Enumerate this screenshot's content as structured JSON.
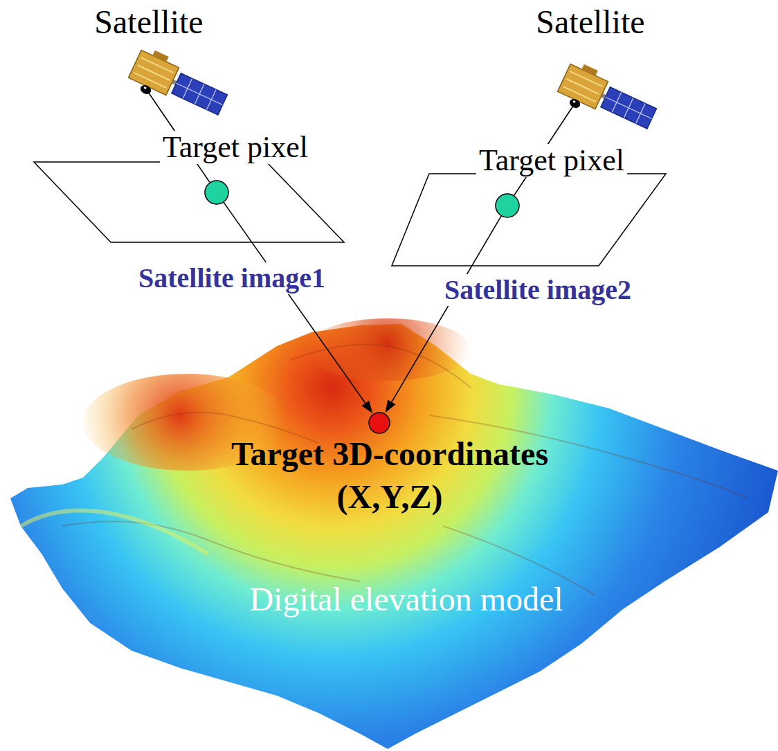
{
  "diagram": {
    "nodes": [
      {
        "text": [
          "Satellite"
        ]
      },
      {
        "text": [
          "Target pixel",
          "Satellite image1"
        ]
      },
      {
        "text": [
          "Satellite"
        ]
      },
      {
        "text": [
          "Target pixel",
          "Satellite image2"
        ]
      },
      {
        "text": [
          "Digital elevation model"
        ]
      },
      {
        "text": [
          "Target 3D-coordinates (X,Y,Z)"
        ],
        "in": 4
      }
    ],
    "edges": [
      {
        "from": 0,
        "to": 1,
        "arrow": "none"
      },
      {
        "from": 1,
        "to": 5,
        "arrow": "to"
      },
      {
        "from": 2,
        "to": 3,
        "arrow": "none"
      },
      {
        "from": 3,
        "to": 5,
        "arrow": "to"
      }
    ]
  }
}
